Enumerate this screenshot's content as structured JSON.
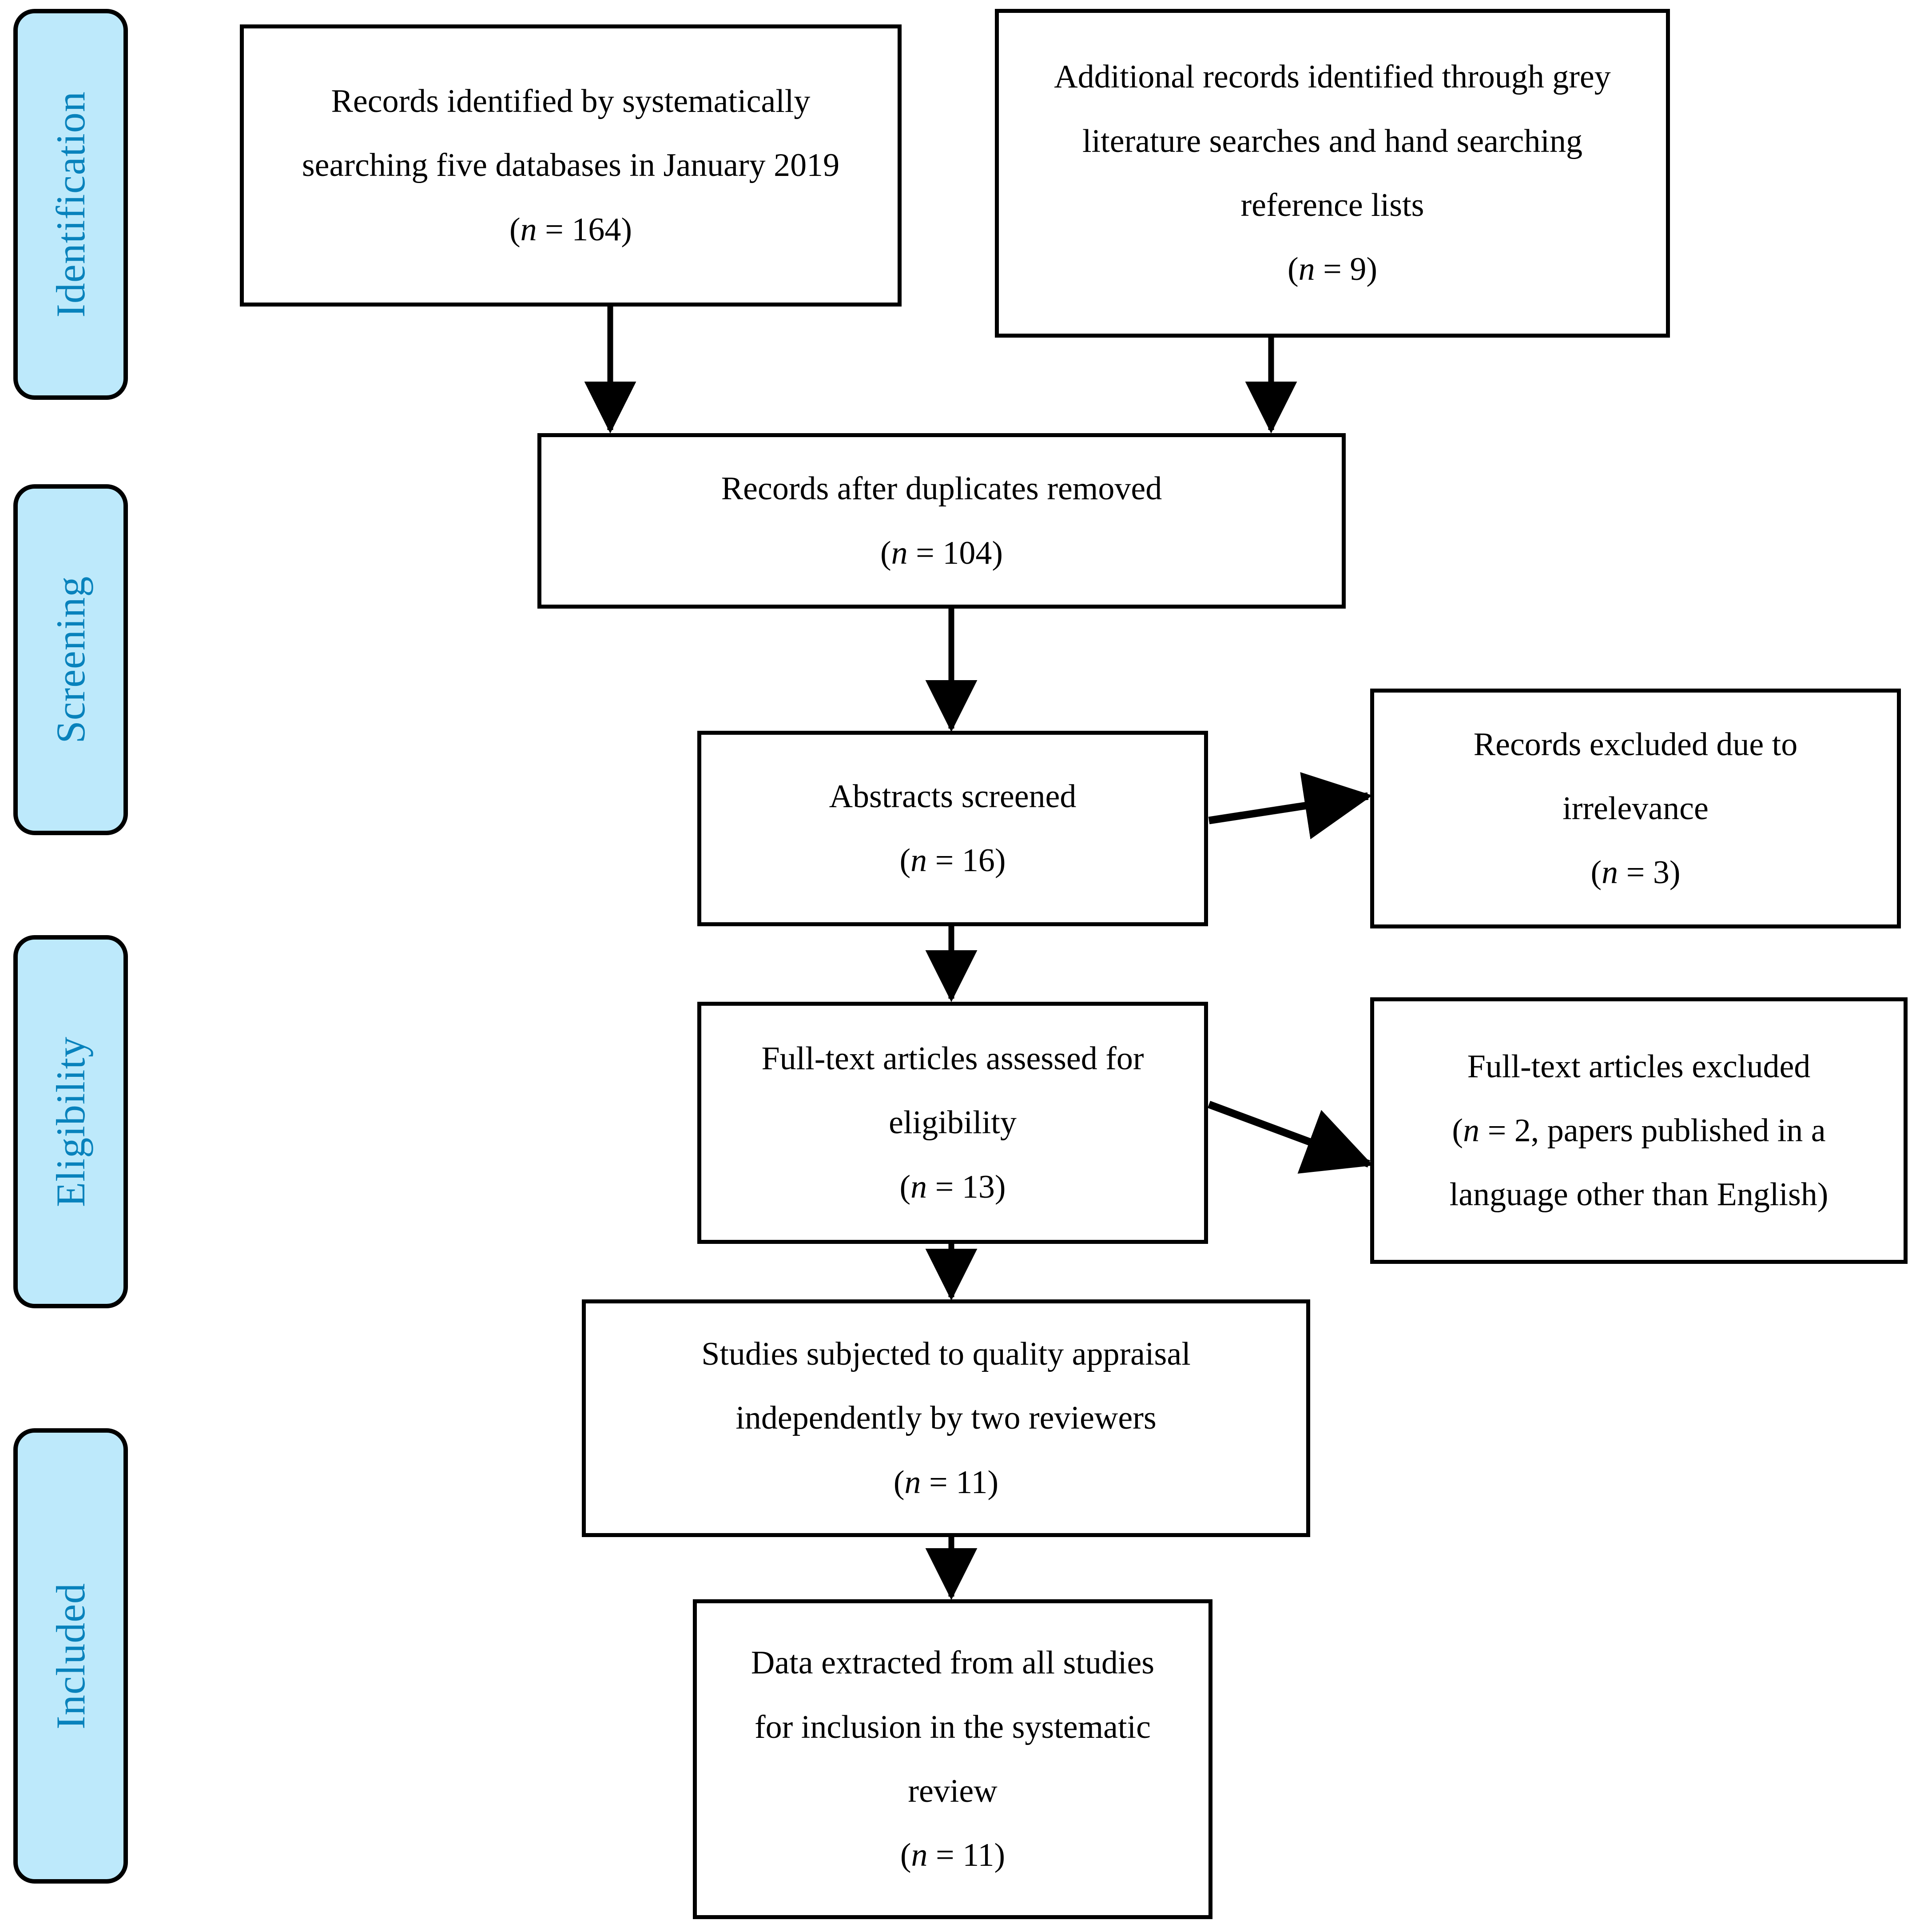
{
  "diagram": {
    "title": "PRISMA flow diagram",
    "type": "flowchart",
    "accent_fill": "#bde9fb",
    "accent_text": "#0882bc",
    "line_color": "#000000",
    "background": "#ffffff"
  },
  "stages": [
    {
      "id": "identification",
      "label": "Identification"
    },
    {
      "id": "screening",
      "label": "Screening"
    },
    {
      "id": "eligibility",
      "label": "Eligibility"
    },
    {
      "id": "included",
      "label": "Included"
    }
  ],
  "boxes": {
    "records_identified": {
      "line1": "Records identified by systematically",
      "line2": "searching five databases in January 2019",
      "count_prefix": "(",
      "count_n": "n",
      "count_value": " = 164)"
    },
    "additional_records": {
      "line1": "Additional records identified through grey",
      "line2": "literature searches and hand searching",
      "line3": "reference lists",
      "count_prefix": "(",
      "count_n": "n",
      "count_value": " = 9)"
    },
    "duplicates_removed": {
      "line1": "Records after duplicates removed",
      "count_prefix": "(",
      "count_n": "n",
      "count_value": " = 104)"
    },
    "abstracts_screened": {
      "line1": "Abstracts screened",
      "count_prefix": "(",
      "count_n": "n",
      "count_value": " = 16)"
    },
    "records_excluded": {
      "line1": "Records excluded due to",
      "line2": "irrelevance",
      "count_prefix": "(",
      "count_n": "n",
      "count_value": " = 3)"
    },
    "fulltext_assessed": {
      "line1": "Full-text articles assessed for",
      "line2": "eligibility",
      "count_prefix": "(",
      "count_n": "n",
      "count_value": " = 13)"
    },
    "fulltext_excluded": {
      "line1": "Full-text articles excluded",
      "line2_prefix": "(",
      "line2_n": "n",
      "line2_rest": " = 2, papers published in a",
      "line3": "language other than English)"
    },
    "quality_appraisal": {
      "line1": "Studies subjected to quality appraisal",
      "line2": "independently by two reviewers",
      "count_prefix": "(",
      "count_n": "n",
      "count_value": " = 11)"
    },
    "data_extracted": {
      "line1": "Data extracted from all studies",
      "line2": "for inclusion in the systematic",
      "line3": "review",
      "count_prefix": "(",
      "count_n": "n",
      "count_value": " = 11)"
    }
  },
  "counts": {
    "records_identified": 164,
    "additional_records": 9,
    "after_duplicates": 104,
    "abstracts_screened": 16,
    "records_excluded_irrelevance": 3,
    "fulltext_assessed": 13,
    "fulltext_excluded": 2,
    "quality_appraisal": 11,
    "data_extracted": 11
  }
}
